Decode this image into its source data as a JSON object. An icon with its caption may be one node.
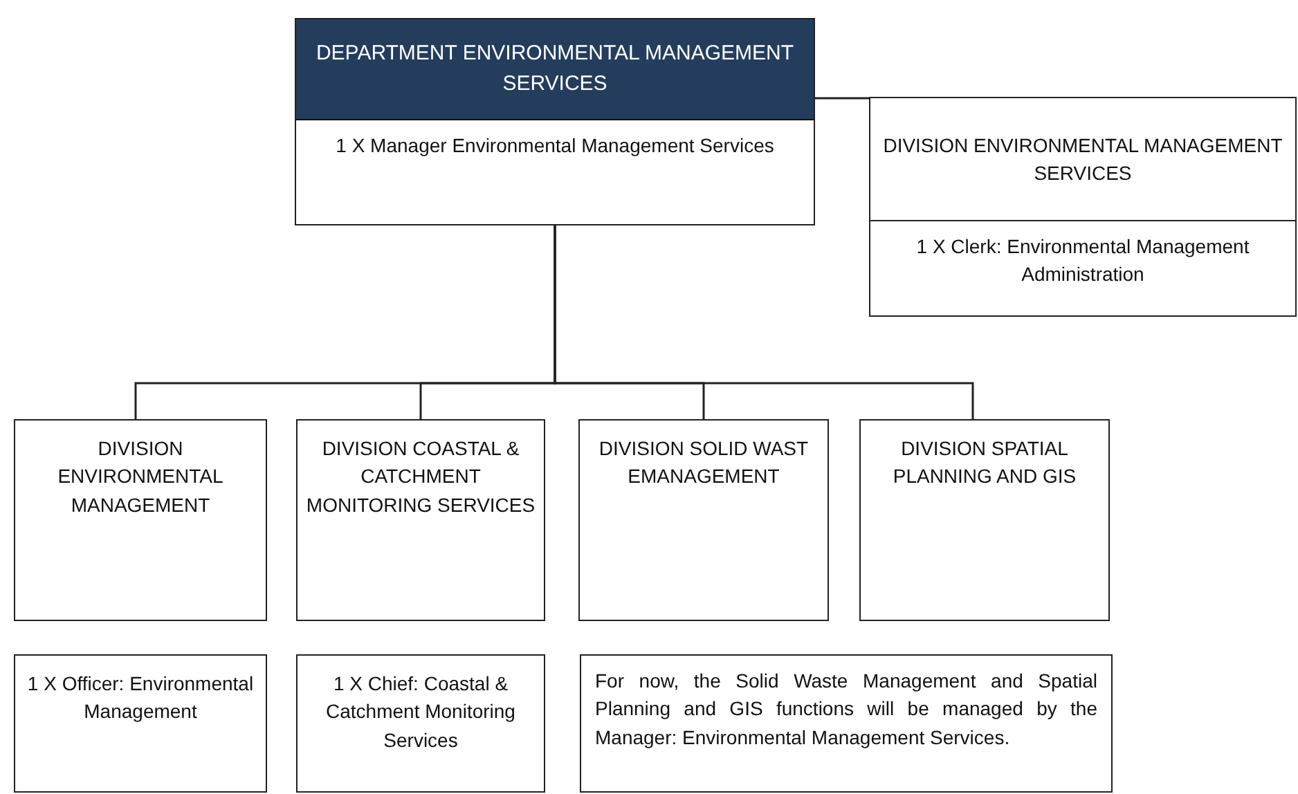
{
  "diagram": {
    "nodes": [
      {
        "text": [
          "DEPARTMENT ENVIRONMENTAL MANAGEMENT SERVICES",
          "1 X Manager Environmental Management Services"
        ]
      },
      {
        "text": [
          "DIVISION ENVIRONMENTAL MANAGEMENT SERVICES",
          "1 X Clerk: Environmental Management Administration"
        ]
      },
      {
        "text": [
          "DIVISION ENVIRONMENTAL MANAGEMENT"
        ]
      },
      {
        "text": [
          "DIVISION COASTAL & CATCHMENT MONITORING SERVICES"
        ]
      },
      {
        "text": [
          "DIVISION SOLID WAST EMANAGEMENT"
        ]
      },
      {
        "text": [
          "DIVISION SPATIAL PLANNING AND GIS"
        ]
      },
      {
        "text": [
          "1 X Officer: Environmental Management"
        ]
      },
      {
        "text": [
          "1 X Chief: Coastal & Catchment Monitoring Services"
        ]
      },
      {
        "text": [
          "For now, the Solid Waste Management and Spatial Planning and GIS functions will be managed by the Manager: Environmental Management Services."
        ]
      }
    ],
    "edges": [
      {
        "from": 0,
        "to": 1,
        "arrow": "none"
      },
      {
        "from": 0,
        "to": 2,
        "arrow": "none"
      },
      {
        "from": 0,
        "to": 3,
        "arrow": "none"
      },
      {
        "from": 0,
        "to": 4,
        "arrow": "none"
      },
      {
        "from": 0,
        "to": 5,
        "arrow": "none"
      }
    ]
  }
}
